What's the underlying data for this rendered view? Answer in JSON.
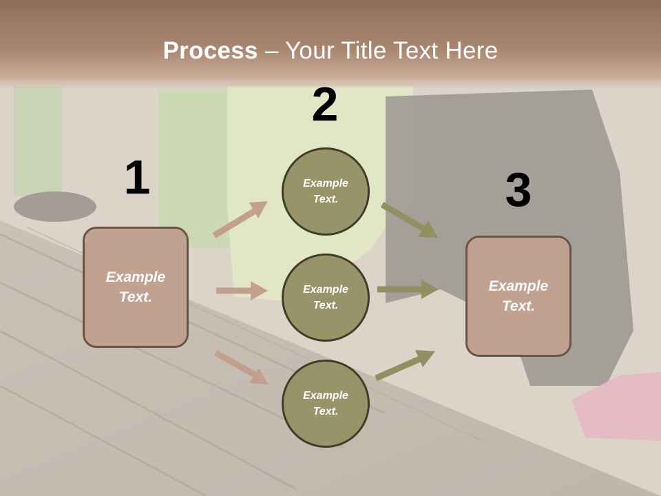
{
  "title": {
    "bold": "Process",
    "rest": " – Your Title Text Here"
  },
  "steps": [
    {
      "number": "1",
      "text": "Example\nText."
    },
    {
      "number": "2"
    },
    {
      "number": "3",
      "text": "Example\nText."
    }
  ],
  "circles": [
    {
      "text": "Example\nText."
    },
    {
      "text": "Example\nText."
    },
    {
      "text": "Example\nText."
    }
  ],
  "colors": {
    "box_fill": "#c1a291",
    "box_border": "#6a5347",
    "circle_fill": "#969468",
    "circle_border": "#3e3d28",
    "arrow_left": "#c2a08d",
    "arrow_right": "#929062",
    "header": "#a0806b"
  }
}
